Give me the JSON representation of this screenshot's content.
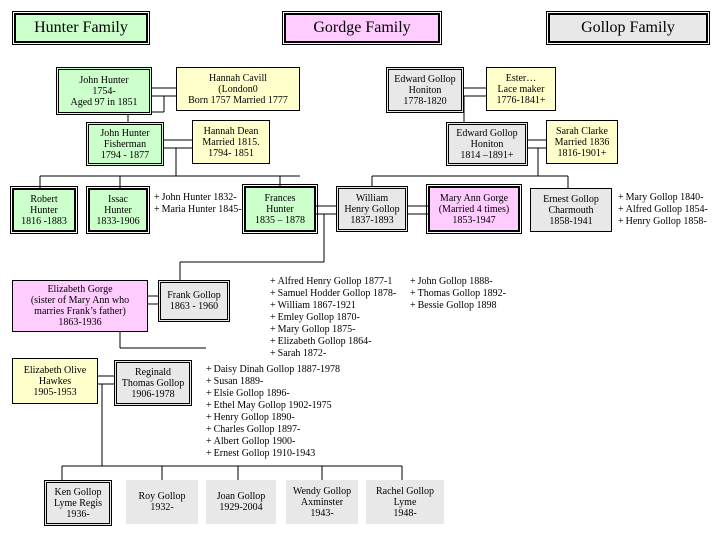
{
  "headers": {
    "hunter": "Hunter Family",
    "gordge": "Gordge Family",
    "gollop": "Gollop Family"
  },
  "people": {
    "john_hunter_1754": [
      "John Hunter",
      "1754-",
      "Aged 97 in 1851"
    ],
    "hannah_cavill": [
      "Hannah Cavill",
      "(London0",
      "Born 1757 Married 1777"
    ],
    "edward_gollop_1778": [
      "Edward Gollop",
      "Honiton",
      "1778-1820"
    ],
    "ester": [
      "Ester…",
      "Lace maker",
      "1776-1841+"
    ],
    "john_hunter_1794": [
      "John Hunter",
      "Fisherman",
      "1794 - 1877"
    ],
    "hannah_dean": [
      "Hannah Dean",
      "Married 1815.",
      "1794- 1851"
    ],
    "edward_gollop_1814": [
      "Edward Gollop",
      "Honiton",
      "1814 –1891+"
    ],
    "sarah_clarke": [
      "Sarah Clarke",
      "Married 1836",
      "1816-1901+"
    ],
    "robert_hunter": [
      "Robert",
      "Hunter",
      "1816 -1883"
    ],
    "issac_hunter": [
      "Issac",
      "Hunter",
      "1833-1906"
    ],
    "frances_hunter": [
      "Frances",
      "Hunter",
      "1835 – 1878"
    ],
    "william_gollop": [
      "William",
      "Henry Gollop",
      "1837-1893"
    ],
    "mary_ann_gorge": [
      "Mary Ann Gorge",
      "(Married 4 times)",
      "1853-1947"
    ],
    "ernest_gollop_1858": [
      "Ernest Gollop",
      "Charmouth",
      "1858-1941"
    ],
    "elizabeth_gorge": [
      "Elizabeth Gorge",
      "(sister of Mary Ann who",
      "marries Frank’s father)",
      "1863-1936"
    ],
    "frank_gollop": [
      "Frank Gollop",
      "1863 - 1960"
    ],
    "elizabeth_hawkes": [
      "Elizabeth Olive",
      "Hawkes",
      "1905-1953"
    ],
    "reginald_gollop": [
      "Reginald",
      "Thomas Gollop",
      "1906-1978"
    ],
    "ken_gollop": [
      "Ken Gollop",
      "Lyme Regis",
      "1936-"
    ],
    "roy_gollop": [
      "Roy Gollop",
      "1932-"
    ],
    "joan_gollop": [
      "Joan Gollop",
      "1929-2004"
    ],
    "wendy_gollop": [
      "Wendy Gollop",
      "Axminster",
      "1943-"
    ],
    "rachel_gollop": [
      "Rachel Gollop",
      "Lyme",
      "1948-"
    ]
  },
  "lists": {
    "issac_children": [
      "John Hunter 1832-",
      "Maria Hunter 1845-"
    ],
    "ernest_siblings": [
      "Mary Gollop 1840-",
      "Alfred Gollop 1854-",
      "Henry Gollop 1858-"
    ],
    "frank_siblings": [
      "Alfred Henry Gollop 1877-1",
      "Samuel Hodder Gollop 1878-",
      "William 1867-1921",
      "Emley Gollop 1870-",
      "Mary Gollop 1875-",
      "Elizabeth  Gollop 1864-",
      "Sarah 1872-"
    ],
    "mary_ann_children": [
      "John Gollop 1888-",
      "Thomas Gollop 1892-",
      "Bessie Gollop 1898"
    ],
    "reginald_siblings": [
      "Daisy Dinah Gollop 1887-1978",
      "Susan 1889-",
      "Elsie Gollop 1896-",
      "Ethel May Gollop 1902-1975",
      "Henry Gollop 1890-",
      "Charles  Gollop 1897-",
      "Albert Gollop 1900-",
      "Ernest Gollop 1910-1943"
    ]
  },
  "colors": {
    "hunter": "#ccffcc",
    "gordge": "#ffccff",
    "gollop": "#e8e8e8",
    "spouse": "#ffffcc"
  }
}
